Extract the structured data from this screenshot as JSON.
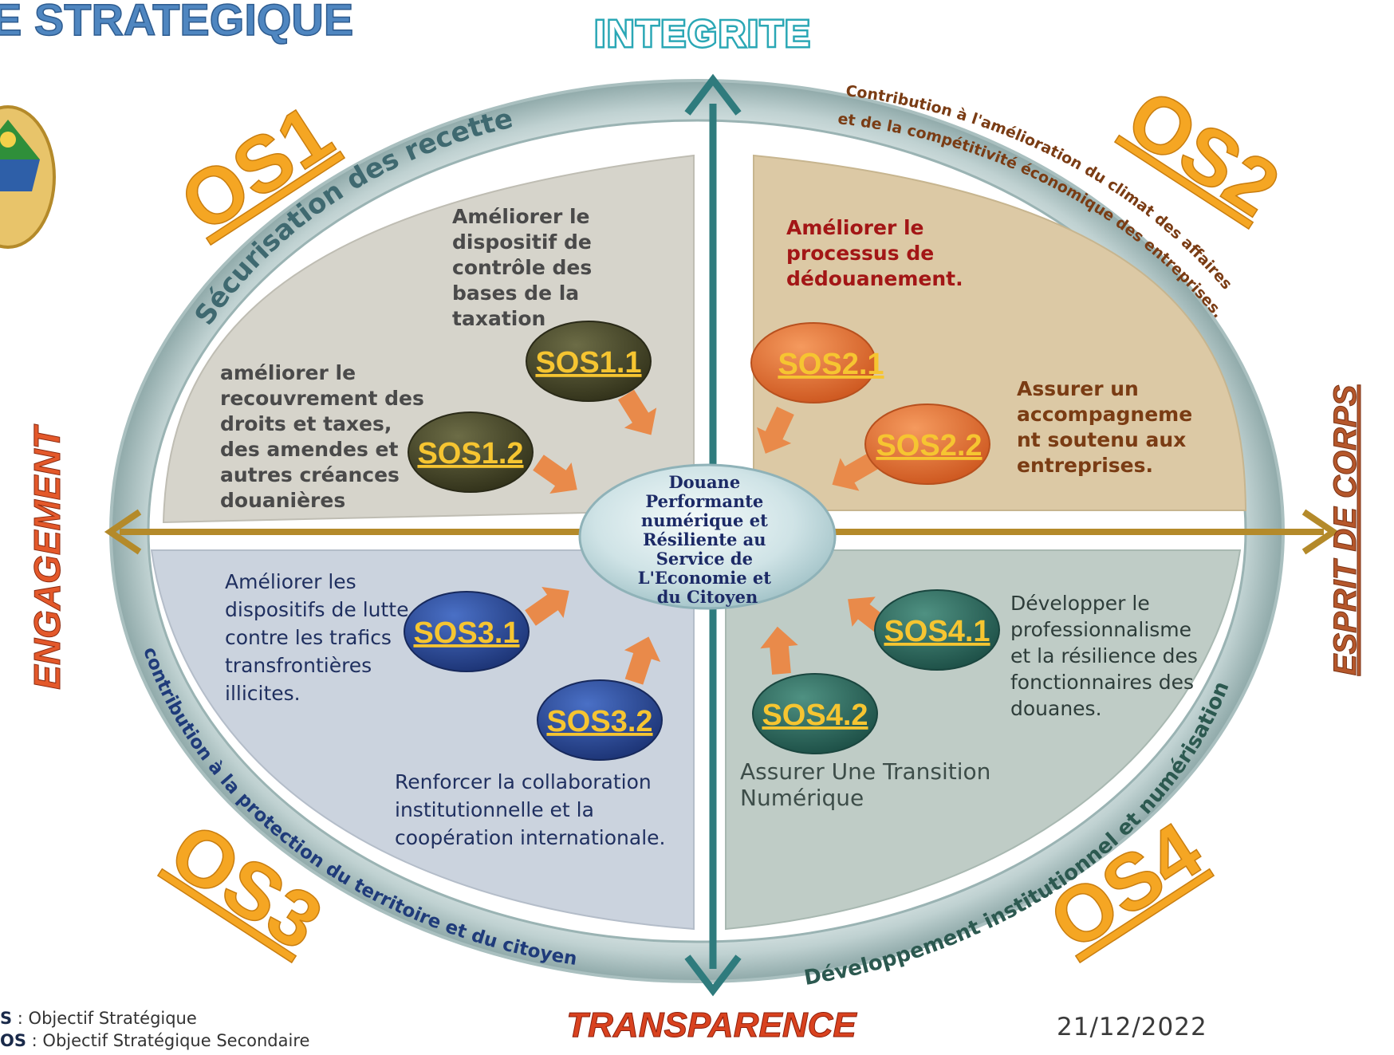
{
  "page": {
    "title": "E STRATEGIQUE",
    "date": "21/12/2022"
  },
  "values": {
    "top": "INTEGRITE",
    "bottom": "TRANSPARENCE",
    "left": "ENGAGEMENT",
    "right": "ESPRIT DE CORPS"
  },
  "center": {
    "lines": [
      "Douane",
      "Performante",
      "numérique et",
      "Résiliente au",
      "Service de",
      "L'Economie et",
      "du Citoyen"
    ]
  },
  "objectives": {
    "os1": {
      "badge": "OS1",
      "title": "Sécurisation des recettes"
    },
    "os2": {
      "badge": "OS2",
      "title_line1": "Contribution à l'amélioration du climat des affaires",
      "title_line2": "et de la compétitivité économique des entreprises."
    },
    "os3": {
      "badge": "OS3",
      "title": "contribution à la protection du territoire et du citoyen"
    },
    "os4": {
      "badge": "OS4",
      "title": "Développement institutionnel et numérisation"
    }
  },
  "secondary": {
    "sos11": {
      "label": "SOS1.1",
      "text_lines": [
        "Améliorer le",
        "dispositif de",
        "contrôle des",
        "bases de la",
        "taxation"
      ]
    },
    "sos12": {
      "label": "SOS1.2",
      "text_lines": [
        "améliorer le",
        "recouvrement des",
        "droits et taxes,",
        "des amendes et",
        "autres  créances",
        "douanières"
      ]
    },
    "sos21": {
      "label": "SOS2.1",
      "text_lines": [
        "Améliorer le",
        "processus de",
        "dédouanement."
      ]
    },
    "sos22": {
      "label": "SOS2.2",
      "text_lines": [
        "Assurer un",
        "accompagneme",
        "nt soutenu aux",
        "entreprises."
      ]
    },
    "sos31": {
      "label": "SOS3.1",
      "text_lines": [
        "Améliorer les",
        "dispositifs de lutte",
        "contre les trafics",
        "transfrontières",
        "illicites."
      ]
    },
    "sos32": {
      "label": "SOS3.2",
      "text_lines": [
        "Renforcer la collaboration",
        "institutionnelle et    la",
        "coopération internationale."
      ]
    },
    "sos41": {
      "label": "SOS4.1",
      "text_lines": [
        "Développer le",
        "professionnalisme",
        "et la résilience des",
        "fonctionnaires des",
        "douanes."
      ]
    },
    "sos42": {
      "label": "SOS4.2",
      "text_lines": [
        "Assurer Une Transition",
        "Numérique"
      ]
    }
  },
  "legend": {
    "os_abbr": "S",
    "os_desc": " : Objectif Stratégique",
    "sos_abbr": "OS",
    "sos_desc": " : Objectif Stratégique Secondaire"
  },
  "colors": {
    "teal": "#2f7b7d",
    "gold": "#b48a2a",
    "orange_badge": "#f5a623",
    "arrow": "#e98a4a",
    "sos1": "#4b4b2b",
    "sos2": "#e5763a",
    "sos3": "#2f4fa0",
    "sos4": "#2f6f66",
    "label_gold": "#f6c531",
    "red_value": "#d9421f",
    "dark_red_text": "#a31616"
  }
}
